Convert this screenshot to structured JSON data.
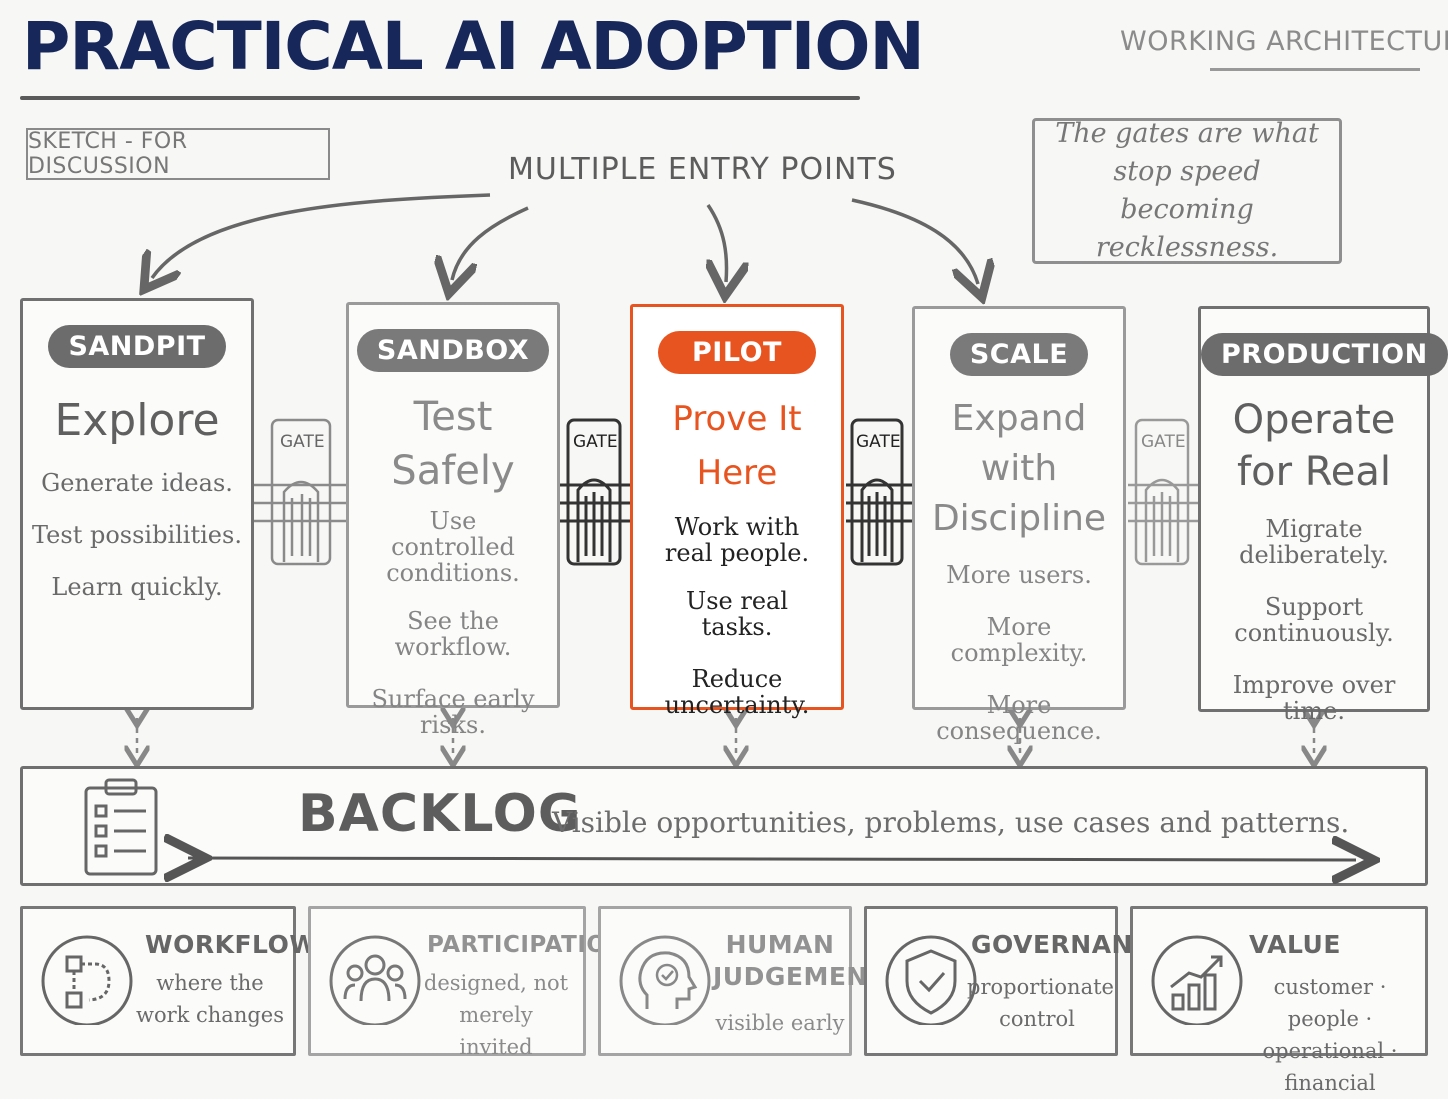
{
  "header": {
    "title": "PRACTICAL AI ADOPTION",
    "subtitle": "WORKING ARCHITECTURE",
    "sketch_tag": "SKETCH - FOR DISCUSSION",
    "entry_label": "MULTIPLE ENTRY POINTS",
    "quote": "The gates are what stop speed becoming recklessness."
  },
  "stages": [
    {
      "label": "SANDPIT",
      "heading": "Explore",
      "lines": [
        "Generate ideas.",
        "Test possibilities.",
        "Learn quickly."
      ]
    },
    {
      "label": "SANDBOX",
      "heading": "Test Safely",
      "lines": [
        "Use controlled conditions.",
        "See the workflow.",
        "Surface early risks."
      ]
    },
    {
      "label": "PILOT",
      "heading": "Prove It Here",
      "lines": [
        "Work with real people.",
        "Use real tasks.",
        "Reduce uncertainty."
      ]
    },
    {
      "label": "SCALE",
      "heading": "Expand with Discipline",
      "lines": [
        "More users.",
        "More complexity.",
        "More consequence."
      ]
    },
    {
      "label": "PRODUCTION",
      "heading": "Operate for Real",
      "lines": [
        "Migrate deliberately.",
        "Support continuously.",
        "Improve over time."
      ]
    }
  ],
  "gates": [
    "GATE",
    "GATE",
    "GATE",
    "GATE"
  ],
  "backlog": {
    "title": "BACKLOG",
    "description": "Visible opportunities, problems, use cases and patterns."
  },
  "pillars": [
    {
      "title": "WORKFLOW",
      "subtitle": "where the work changes",
      "icon": "workflow-icon"
    },
    {
      "title": "PARTICIPATION",
      "subtitle": "designed, not merely invited",
      "icon": "people-icon"
    },
    {
      "title": "HUMAN JUDGEMENT",
      "subtitle": "visible early",
      "icon": "head-check-icon"
    },
    {
      "title": "GOVERNANCE",
      "subtitle": "proportionate control",
      "icon": "shield-check-icon"
    },
    {
      "title": "VALUE",
      "subtitle": "customer · people · operational · financial",
      "icon": "growth-chart-icon"
    }
  ],
  "colors": {
    "title": "#17275a",
    "highlight": "#e8541f",
    "ink": "#5f5f5f"
  }
}
